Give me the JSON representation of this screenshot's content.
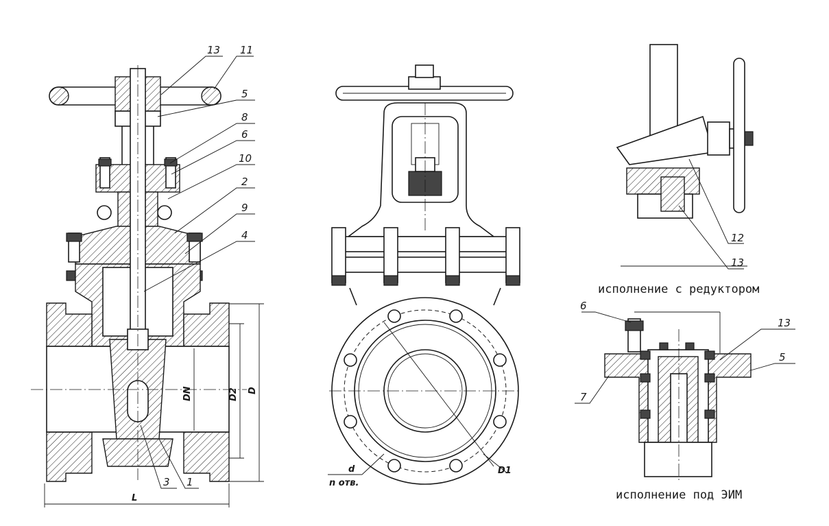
{
  "labels": {
    "left": [
      "13",
      "11",
      "5",
      "8",
      "6",
      "10",
      "2",
      "9",
      "4",
      "3",
      "1"
    ],
    "gear": [
      "12",
      "13"
    ],
    "eim": [
      "6",
      "13",
      "5",
      "7"
    ]
  },
  "dims": {
    "dn": "DN",
    "d2": "D2",
    "d": "D",
    "l": "L",
    "hole_d": "d",
    "hole_n": "n отв.",
    "d1": "D1"
  },
  "captions": {
    "gear": "исполнение с редуктором",
    "eim": "исполнение под ЭИМ"
  }
}
